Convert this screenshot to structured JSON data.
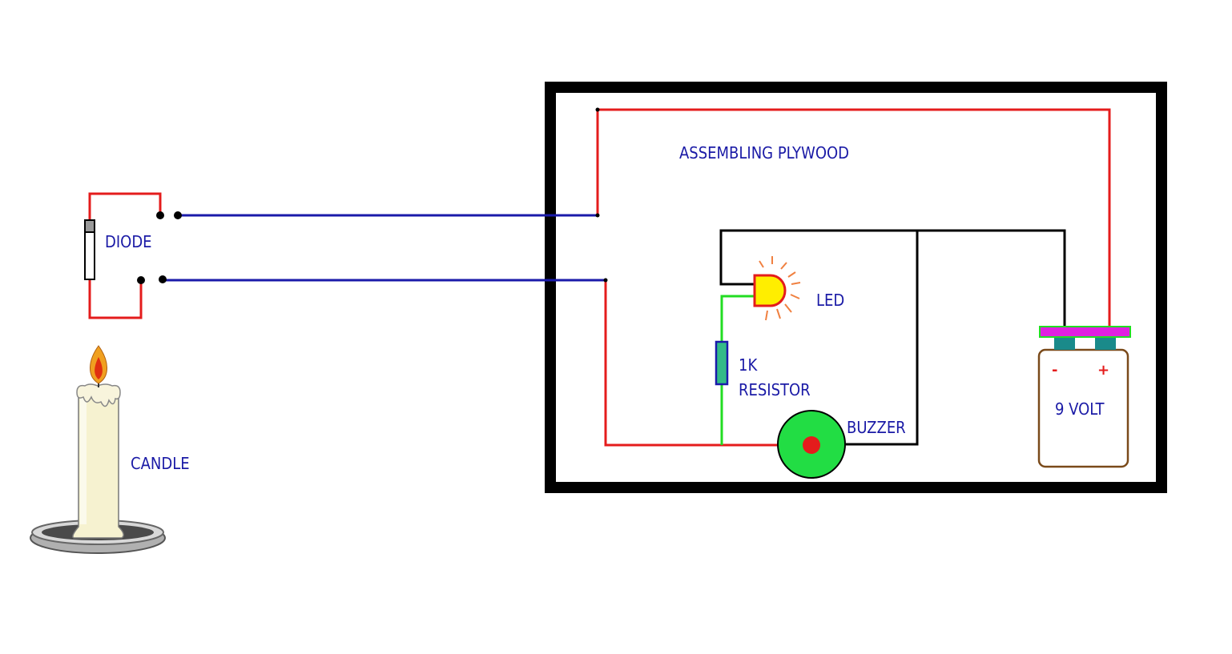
{
  "labels": {
    "diode": "DIODE",
    "candle": "CANDLE",
    "plywood": "ASSEMBLING PLYWOOD",
    "led": "LED",
    "resistor_value": "1K",
    "resistor": "RESISTOR",
    "buzzer": "BUZZER",
    "battery": "9 VOLT",
    "battery_minus": "-",
    "battery_plus": "+"
  },
  "colors": {
    "red_wire": "#e41c1c",
    "blue_wire": "#1a1aaa",
    "black_wire": "#000000",
    "green_wire": "#22dd22",
    "label_text": "#1a1aa6",
    "board_frame": "#000000",
    "led_fill": "#ffee00",
    "led_rays": "#f08040",
    "resistor_fill": "#33bb88",
    "buzzer_fill": "#22dd44",
    "buzzer_center": "#e41c1c",
    "battery_outline": "#7a4a1a",
    "battery_clip": "#e020e0",
    "battery_terminal": "#1a8a8a",
    "flame_outer": "#f0a020",
    "flame_inner": "#e03010",
    "candle_body": "#f6f2d0",
    "candle_holder": "#c8c8c8"
  },
  "icons": {
    "led": "led-icon",
    "buzzer": "buzzer-icon",
    "battery": "battery-icon",
    "candle": "candle-icon",
    "diode": "diode-icon",
    "resistor": "resistor-icon"
  }
}
